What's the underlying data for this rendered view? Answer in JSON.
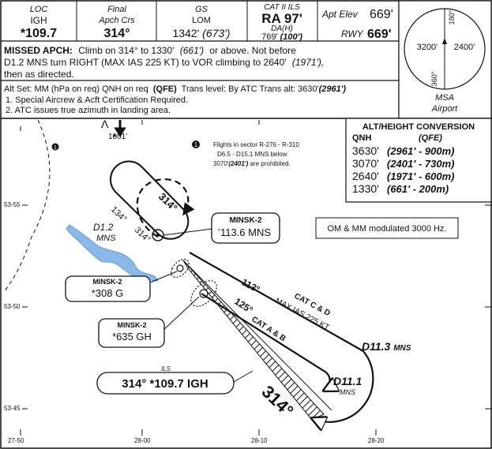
{
  "header": {
    "loc_label": "LOC",
    "loc_ident": "IGH",
    "loc_freq": "*109.7",
    "final_label_1": "Final",
    "final_label_2": "Apch Crs",
    "final_crs": "314°",
    "gs_label": "GS",
    "gs_ident": "LOM",
    "gs_alt": "1342'",
    "gs_alt_qfe": "(673')",
    "cat_label": "CAT II ILS",
    "ra_value": "RA 97'",
    "dah_label": "DA(H)",
    "dah_value": "769'",
    "dah_qfe": "(100')",
    "apt_elev_label": "Apt Elev",
    "apt_elev_value": "669'",
    "rwy_label": "RWY",
    "rwy_value": "669'"
  },
  "missed": {
    "line1_a": "MISSED APCH:",
    "line1_b": "Climb on 314° to 1330'",
    "line1_c": "(661')",
    "line1_d": "or above. Not before",
    "line2_a": "D1.2 MNS turn RIGHT (MAX IAS 225 KT) to VOR climbing to 2640'",
    "line2_b": "(1971'),",
    "line3": "then as directed."
  },
  "msa": {
    "label_1": "MSA",
    "label_2": "Airport",
    "bearing_top": "180°",
    "bearing_bottom": "360°",
    "alt_left": "3200'",
    "alt_right": "2400'"
  },
  "altset": {
    "line_a": "Alt Set: MM (hPa on req) QNH on req",
    "line_b": "(QFE)",
    "line_c": "Trans level: By ATC Trans alt: 3630'",
    "line_d": "(2961')",
    "note1": "1. Special Aircrew & Acft Certification Required.",
    "note2": "2. ATC issues true azimuth in landing area."
  },
  "conversion": {
    "title": "ALT/HEIGHT CONVERSION",
    "col1": "QNH",
    "col2": "(QFE)",
    "rows": [
      {
        "qnh": "3630'",
        "qfe": "(2961' - 900m)"
      },
      {
        "qnh": "3070'",
        "qfe": "(2401' - 730m)"
      },
      {
        "qnh": "2640'",
        "qfe": "(1971' - 600m)"
      },
      {
        "qnh": "1330'",
        "qfe": "(661' - 200m)"
      }
    ]
  },
  "plan": {
    "obstacle_alt": "1001'",
    "note_marker": "1",
    "note_text_1": "Flights in sector R-276 - R-310",
    "note_text_2": "D6.5 - D15.1 MNS below",
    "note_text_3a": "3070'",
    "note_text_3b": "(2401')",
    "note_text_3c": "are prohibited.",
    "hold_crs": "314°",
    "outbound_crs": "134°",
    "missed_crs": "314°",
    "d12": "D1.2",
    "d12_mns": "MNS",
    "minsk_vor_name": "MINSK-2",
    "minsk_vor_freq": "113.6 MNS",
    "minsk_g_name": "MINSK-2",
    "minsk_g_freq": "*308 G",
    "minsk_gh_name": "MINSK-2",
    "minsk_gh_freq": "*635 GH",
    "modulation": "OM & MM modulated 3000 Hz.",
    "arc_crs_113": "113°",
    "arc_crs_125": "125°",
    "cat_cd": "CAT C & D",
    "max_ias": "MAX IAS 225 KT",
    "cat_ab": "CAT A & B",
    "d113": "D11.3",
    "d113_mns": "MNS",
    "d111": "D11.1",
    "d111_mns": "MNS",
    "final_crs_big": "314°",
    "ils_label": "ILS",
    "ils_box": "314° *109.7 IGH",
    "lat_1": "53-55",
    "lat_2": "53-50",
    "lat_3": "53-45",
    "lon_1": "27-50",
    "lon_2": "28-00",
    "lon_3": "28-10",
    "lon_4": "28-20"
  },
  "colors": {
    "water": "#8ab8e8",
    "ink": "#111111"
  }
}
